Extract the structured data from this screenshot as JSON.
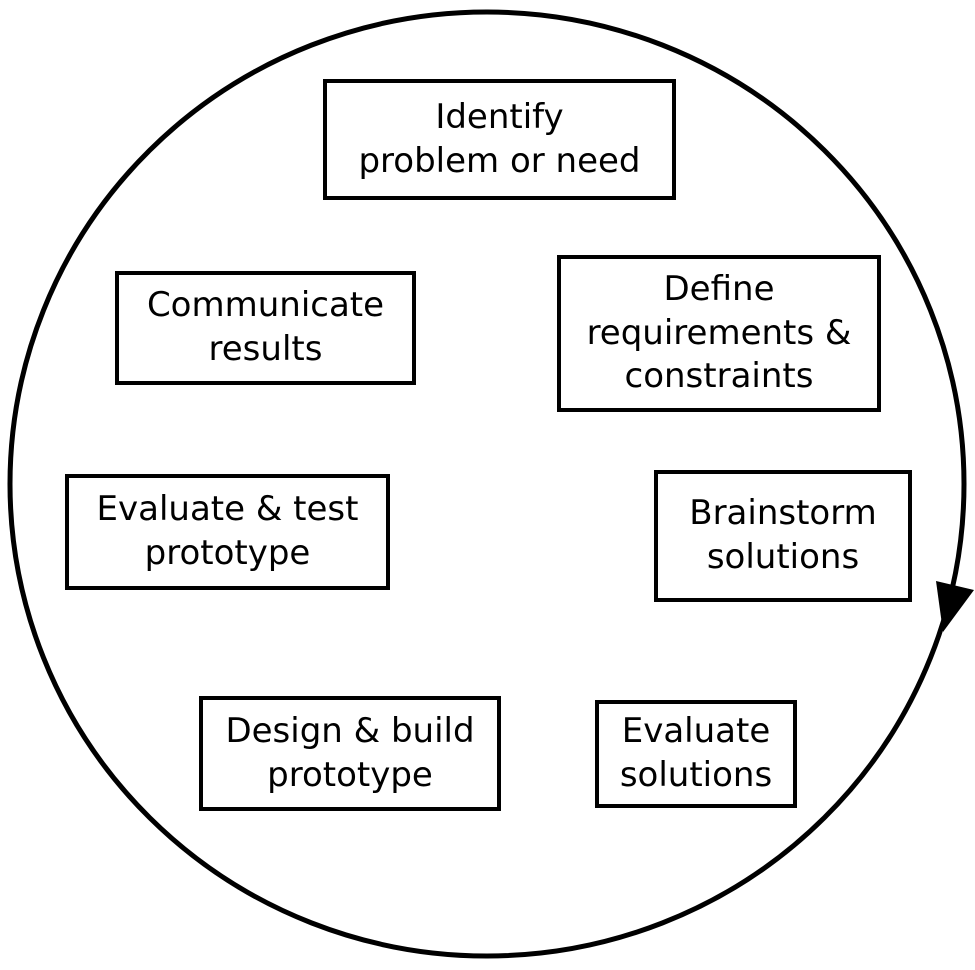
{
  "diagram": {
    "steps": [
      {
        "label": "Identify\nproblem or need"
      },
      {
        "label": "Define\nrequirements &\nconstraints"
      },
      {
        "label": "Brainstorm\nsolutions"
      },
      {
        "label": "Evaluate\nsolutions"
      },
      {
        "label": "Design & build\nprototype"
      },
      {
        "label": "Evaluate & test\nprototype"
      },
      {
        "label": "Communicate\nresults"
      }
    ],
    "colors": {
      "stroke": "#000000",
      "background": "#ffffff",
      "text": "#000000"
    }
  }
}
